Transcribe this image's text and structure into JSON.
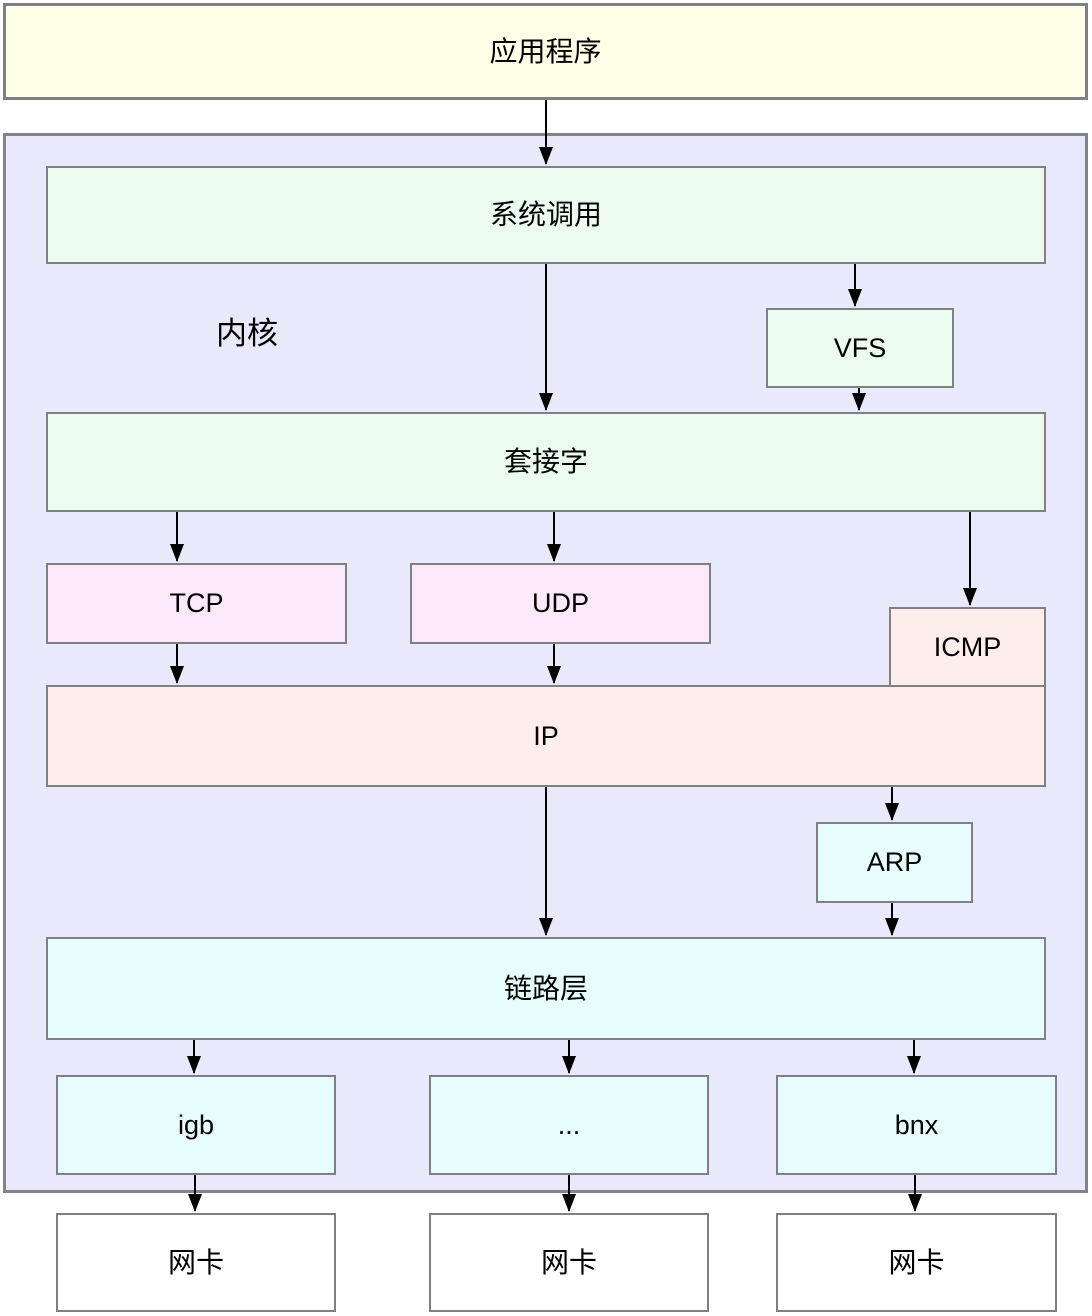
{
  "diagram": {
    "title_hint": "Linux network stack diagram",
    "kernel_label": "内核",
    "nodes": {
      "application": {
        "label": "应用程序"
      },
      "syscall": {
        "label": "系统调用"
      },
      "vfs": {
        "label": "VFS"
      },
      "socket": {
        "label": "套接字"
      },
      "tcp": {
        "label": "TCP"
      },
      "udp": {
        "label": "UDP"
      },
      "icmp": {
        "label": "ICMP"
      },
      "ip": {
        "label": "IP"
      },
      "arp": {
        "label": "ARP"
      },
      "linklayer": {
        "label": "链路层"
      },
      "igb": {
        "label": "igb"
      },
      "ellipsis": {
        "label": "..."
      },
      "bnx": {
        "label": "bnx"
      },
      "nic1": {
        "label": "网卡"
      },
      "nic2": {
        "label": "网卡"
      },
      "nic3": {
        "label": "网卡"
      }
    },
    "edges": [
      "application→syscall",
      "syscall→vfs",
      "syscall→socket",
      "vfs→socket",
      "socket→tcp",
      "socket→udp",
      "socket→icmp",
      "tcp→ip",
      "udp→ip",
      "ip→arp",
      "ip→linklayer",
      "arp→linklayer",
      "linklayer→igb",
      "linklayer→ellipsis",
      "linklayer→bnx",
      "igb→nic1",
      "ellipsis→nic2",
      "bnx→nic3"
    ],
    "colors": {
      "application_fill": "#FFFEE7",
      "kernel_fill": "#E9E9FC",
      "green_fill": "#EBFBEF",
      "pink_fill": "#FBE9FA",
      "peach_fill": "#FDEEEC",
      "cyan_fill": "#E6FDFC",
      "nic_fill": "#FFFFFF",
      "border": "#808080",
      "arrow": "#000000",
      "text": "#000000"
    }
  }
}
